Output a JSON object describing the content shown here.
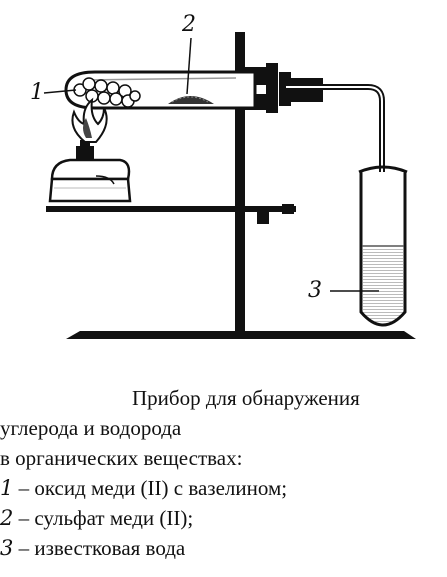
{
  "callouts": {
    "label_1": "1",
    "label_2": "2",
    "label_3": "3"
  },
  "caption": {
    "line1": "Прибор для обнаружения",
    "line2": "углерода и водорода",
    "line3": "в органических веществах:",
    "items": [
      {
        "num": "1",
        "text": " – оксид меди (II) с вазелином;"
      },
      {
        "num": "2",
        "text": " – сульфат меди (II);"
      },
      {
        "num": "3",
        "text": " – известковая вода"
      }
    ]
  }
}
